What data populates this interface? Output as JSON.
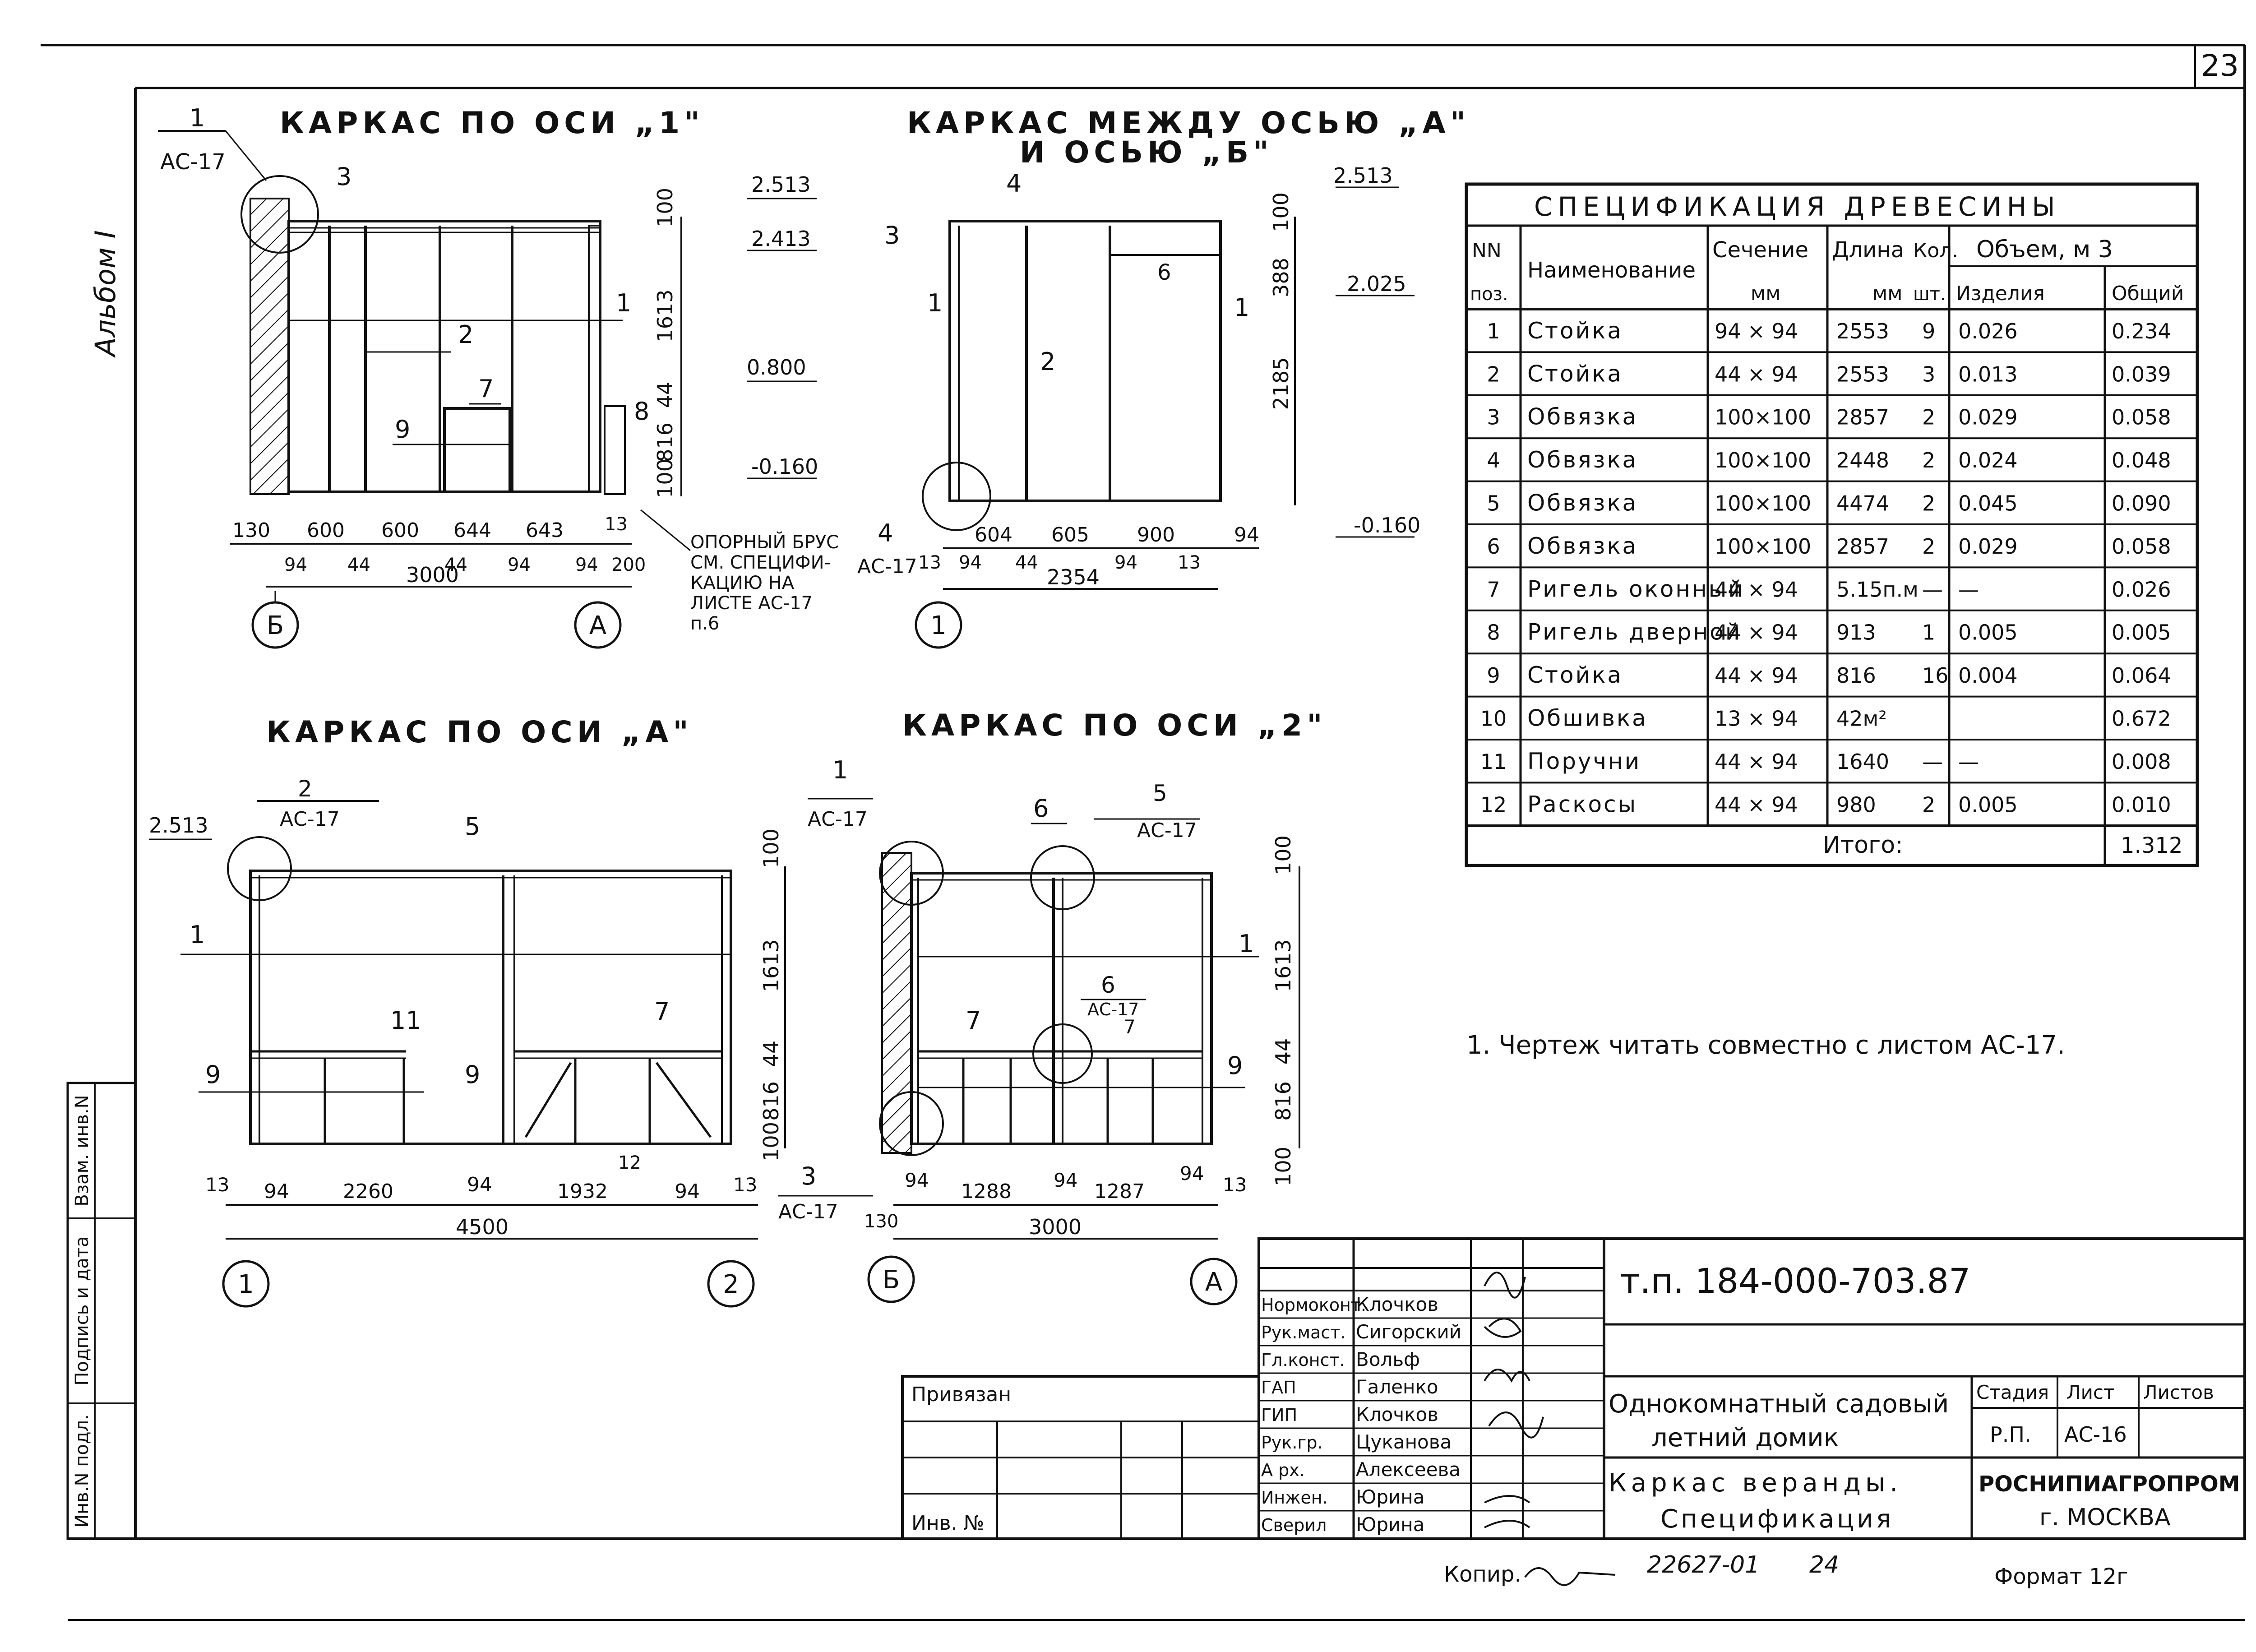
{
  "page_number": "23",
  "album_label": "Альбом I",
  "side_stamp": [
    "Инв.N подл.",
    "Подпись и дата",
    "Взам. инв.N"
  ],
  "drawings": {
    "axis1": {
      "title": "КАРКАС ПО ОСИ „1\"",
      "callout_num": "1",
      "callout_sheet": "АС-17",
      "positions": [
        "3",
        "1",
        "2",
        "7",
        "9",
        "8"
      ],
      "levels": [
        "2.513",
        "2.413",
        "0.800",
        "-0.160"
      ],
      "vdims": [
        "100",
        "1613",
        "44",
        "816",
        "100"
      ],
      "dims_top": [
        "130",
        "600",
        "600",
        "644",
        "643",
        "13"
      ],
      "dims_bottom": [
        "94",
        "44",
        "44",
        "94",
        "94",
        "200"
      ],
      "total": "3000",
      "note_lines": [
        "ОПОРНЫЙ БРУС",
        "СМ. СПЕЦИФИ-",
        "КАЦИЮ НА",
        "ЛИСТЕ АС-17",
        "п.6"
      ],
      "axes": [
        "Б",
        "А"
      ]
    },
    "between": {
      "title_line1": "КАРКАС МЕЖДУ ОСЬЮ „А\"",
      "title_line2": "И ОСЬЮ „Б\"",
      "positions": [
        "4",
        "3",
        "1",
        "2",
        "6",
        "1"
      ],
      "levels": [
        "2.513",
        "2.025",
        "-0.160"
      ],
      "vdims": [
        "100",
        "388",
        "2185"
      ],
      "dims_top": [
        "604",
        "605",
        "900",
        "94"
      ],
      "dims_bottom": [
        "13",
        "94",
        "44",
        "94",
        "13"
      ],
      "total": "2354",
      "callout_num": "4",
      "callout_sheet": "АС-17",
      "axes": [
        "1"
      ]
    },
    "axisA": {
      "title": "КАРКАС ПО ОСИ „А\"",
      "callout_num": "2",
      "callout_sheet": "АС-17",
      "level": "2.513",
      "positions": [
        "5",
        "1",
        "11",
        "7",
        "9",
        "9",
        "12"
      ],
      "vdims": [
        "100",
        "1613",
        "44",
        "816",
        "100"
      ],
      "dims": [
        "13",
        "94",
        "2260",
        "94",
        "1932",
        "94",
        "13"
      ],
      "total": "4500",
      "axes": [
        "1",
        "2"
      ]
    },
    "axis2": {
      "title": "КАРКАС ПО ОСИ „2\"",
      "callout1_num": "1",
      "callout1_sheet": "АС-17",
      "callout5_num": "5",
      "callout5_sheet": "АС-17",
      "callout6_num": "6",
      "callout6_sheet": "АС-17",
      "callout3_num": "3",
      "callout3_sheet": "АС-17",
      "positions": [
        "6",
        "1",
        "7",
        "7",
        "9"
      ],
      "vdims": [
        "100",
        "1613",
        "44",
        "816",
        "100"
      ],
      "dims": [
        "130",
        "94",
        "1288",
        "94",
        "1287",
        "94",
        "13"
      ],
      "total": "3000",
      "axes": [
        "Б",
        "А"
      ]
    }
  },
  "spec_table": {
    "title": "СПЕЦИФИКАЦИЯ ДРЕВЕСИНЫ",
    "headers": {
      "nn1": "NN",
      "nn2": "поз.",
      "name": "Наименование",
      "section1": "Сечение",
      "section2": "мм",
      "length1": "Длина",
      "length2": "мм",
      "qty1": "Кол.",
      "qty2": "шт.",
      "volume": "Объем, м 3",
      "vol_item": "Изделия",
      "vol_total": "Общий"
    },
    "rows": [
      [
        "1",
        "Стойка",
        "94 × 94",
        "2553",
        "9",
        "0.026",
        "0.234"
      ],
      [
        "2",
        "Стойка",
        "44 × 94",
        "2553",
        "3",
        "0.013",
        "0.039"
      ],
      [
        "3",
        "Обвязка",
        "100×100",
        "2857",
        "2",
        "0.029",
        "0.058"
      ],
      [
        "4",
        "Обвязка",
        "100×100",
        "2448",
        "2",
        "0.024",
        "0.048"
      ],
      [
        "5",
        "Обвязка",
        "100×100",
        "4474",
        "2",
        "0.045",
        "0.090"
      ],
      [
        "6",
        "Обвязка",
        "100×100",
        "2857",
        "2",
        "0.029",
        "0.058"
      ],
      [
        "7",
        "Ригель оконный",
        "44 × 94",
        "5.15п.м",
        "—",
        "—",
        "0.026"
      ],
      [
        "8",
        "Ригель дверной",
        "44 × 94",
        "913",
        "1",
        "0.005",
        "0.005"
      ],
      [
        "9",
        "Стойка",
        "44 × 94",
        "816",
        "16",
        "0.004",
        "0.064"
      ],
      [
        "10",
        "Обшивка",
        "13 × 94",
        "42м²",
        "",
        "",
        "0.672"
      ],
      [
        "11",
        "Поручни",
        "44 × 94",
        "1640",
        "—",
        "—",
        "0.008"
      ],
      [
        "12",
        "Раскосы",
        "44 × 94",
        "980",
        "2",
        "0.005",
        "0.010"
      ]
    ],
    "total_label": "Итого:",
    "total_value": "1.312"
  },
  "note": "1. Чертеж читать совместно с листом АС-17.",
  "title_block": {
    "doc_code": "т.п. 184-000-703.87",
    "object_line1": "Однокомнатный садовый",
    "object_line2": "летний домик",
    "sheet_line1": "Каркас веранды.",
    "sheet_line2": "Спецификация",
    "stage_hdr": "Стадия",
    "sheet_hdr": "Лист",
    "sheets_hdr": "Листов",
    "stage": "Р.П.",
    "sheet": "АС-16",
    "org_line1": "РОСНИПИАГРОПРОМ",
    "org_line2": "г. МОСКВА",
    "signers": [
      [
        "Нормоконт.",
        "Клочков"
      ],
      [
        "Рук.маст.",
        "Сигорский"
      ],
      [
        "Гл.конст.",
        "Вольф"
      ],
      [
        "ГАП",
        "Галенко"
      ],
      [
        "ГИП",
        "Клочков"
      ],
      [
        "Рук.гр.",
        "Цуканова"
      ],
      [
        "А рх.",
        "Алексеева"
      ],
      [
        "Инжен.",
        "Юрина"
      ],
      [
        "Сверил",
        "Юрина"
      ]
    ],
    "privyazan": "Привязан",
    "inv": "Инв. №"
  },
  "footer": {
    "copier": "Копир.",
    "order": "22627-01",
    "num": "24",
    "format": "Формат 12г"
  }
}
